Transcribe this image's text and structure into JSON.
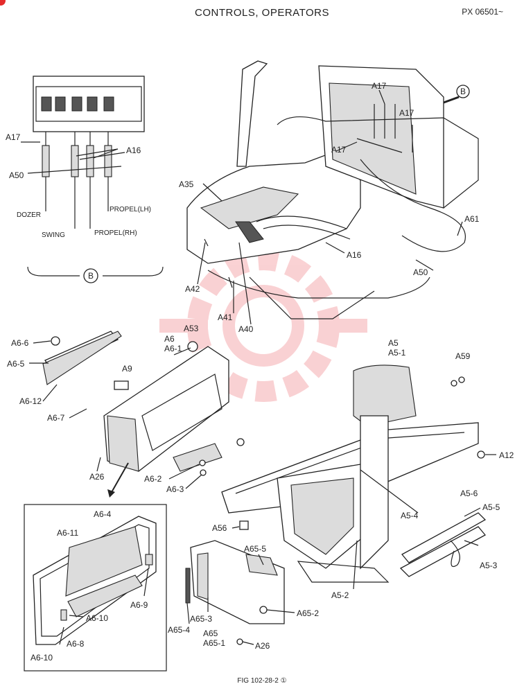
{
  "header": {
    "title": "CONTROLS, OPERATORS",
    "code": "PX 06501~"
  },
  "footer": {
    "fig": "FIG 102-28-2 ①"
  },
  "inset": {
    "label": "B",
    "labels": [
      "DOZER",
      "SWING",
      "PROPEL(RH)",
      "PROPEL(LH)"
    ]
  },
  "callouts": {
    "c_A17a": "A17",
    "c_A16a": "A16",
    "c_A50a": "A50",
    "c_A17b": "A17",
    "c_A17c": "A17",
    "c_A17d": "A17",
    "c_B": "B",
    "c_A35": "A35",
    "c_A42": "A42",
    "c_A41": "A41",
    "c_A40": "A40",
    "c_A16b": "A16",
    "c_A61": "A61",
    "c_A50b": "A50",
    "c_A6_6": "A6-6",
    "c_A53": "A53",
    "c_A6": "A6",
    "c_A6_1": "A6-1",
    "c_A6_5": "A6-5",
    "c_A9": "A9",
    "c_A6_12": "A6-12",
    "c_A6_7": "A6-7",
    "c_A26a": "A26",
    "c_A6_2": "A6-2",
    "c_A6_3": "A6-3",
    "c_A5": "A5",
    "c_A5_1": "A5-1",
    "c_A59": "A59",
    "c_A12": "A12",
    "c_A5_4": "A5-4",
    "c_A5_6": "A5-6",
    "c_A5_5": "A5-5",
    "c_A5_3": "A5-3",
    "c_A5_2": "A5-2",
    "c_A56": "A56",
    "c_A65_5": "A65-5",
    "c_A65_4": "A65-4",
    "c_A65_3": "A65-3",
    "c_A65": "A65",
    "c_A65_1": "A65-1",
    "c_A65_2": "A65-2",
    "c_A26b": "A26",
    "c_A6_4": "A6-4",
    "c_A6_11": "A6-11",
    "c_A6_9": "A6-9",
    "c_A6_10a": "A6-10",
    "c_A6_8": "A6-8",
    "c_A6_10b": "A6-10"
  },
  "colors": {
    "watermark": "#e8323c",
    "corner_mark": "#e52b2b"
  }
}
